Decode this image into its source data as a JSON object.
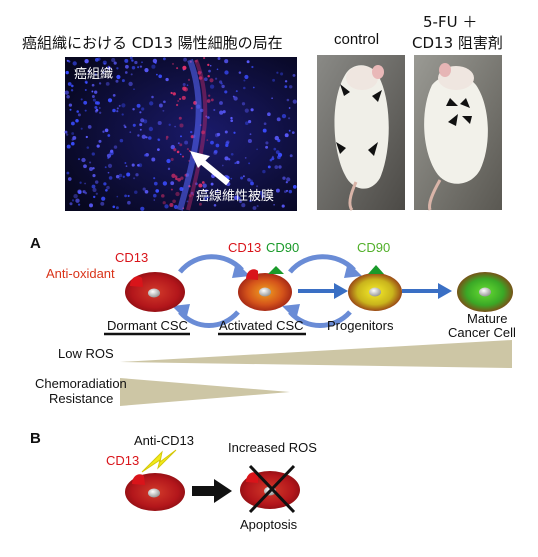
{
  "top": {
    "title": "癌組織における CD13 陽性細胞の局在",
    "micrograph": {
      "tissue_label": "癌組織",
      "membrane_label": "癌線維性被膜"
    },
    "mouse_control_label": "control",
    "mouse_treated_label_line1": "5-FU ＋",
    "mouse_treated_label_line2": "CD13 阻害剤"
  },
  "panel_a": {
    "panel_label": "A",
    "anti_oxidant": "Anti-oxidant",
    "cd13_label_1": "CD13",
    "cd13_label_2": "CD13",
    "cd90_label_1": "CD90",
    "cd90_label_2": "CD90",
    "stage_dormant": "Dormant CSC",
    "stage_activated": "Activated CSC",
    "stage_progenitors": "Progenitors",
    "stage_mature_line1": "Mature",
    "stage_mature_line2": "Cancer Cell",
    "low_ros": "Low ROS",
    "chemo_line1": "Chemoradiation",
    "chemo_line2": "Resistance"
  },
  "panel_b": {
    "panel_label": "B",
    "anti_cd13": "Anti-CD13",
    "cd13_label": "CD13",
    "increased_ros": "Increased ROS",
    "apoptosis": "Apoptosis"
  },
  "colors": {
    "marker_red": "#d9141a",
    "marker_green": "#1a9a2a",
    "arrow_blue": "#3a6fc4",
    "wedge_tan": "#cdc6a5",
    "cell_dark_red": "#a5141a",
    "cell_orange": "#e07a1a",
    "cell_yellow": "#e3d21a",
    "cell_green": "#4cc02a"
  }
}
